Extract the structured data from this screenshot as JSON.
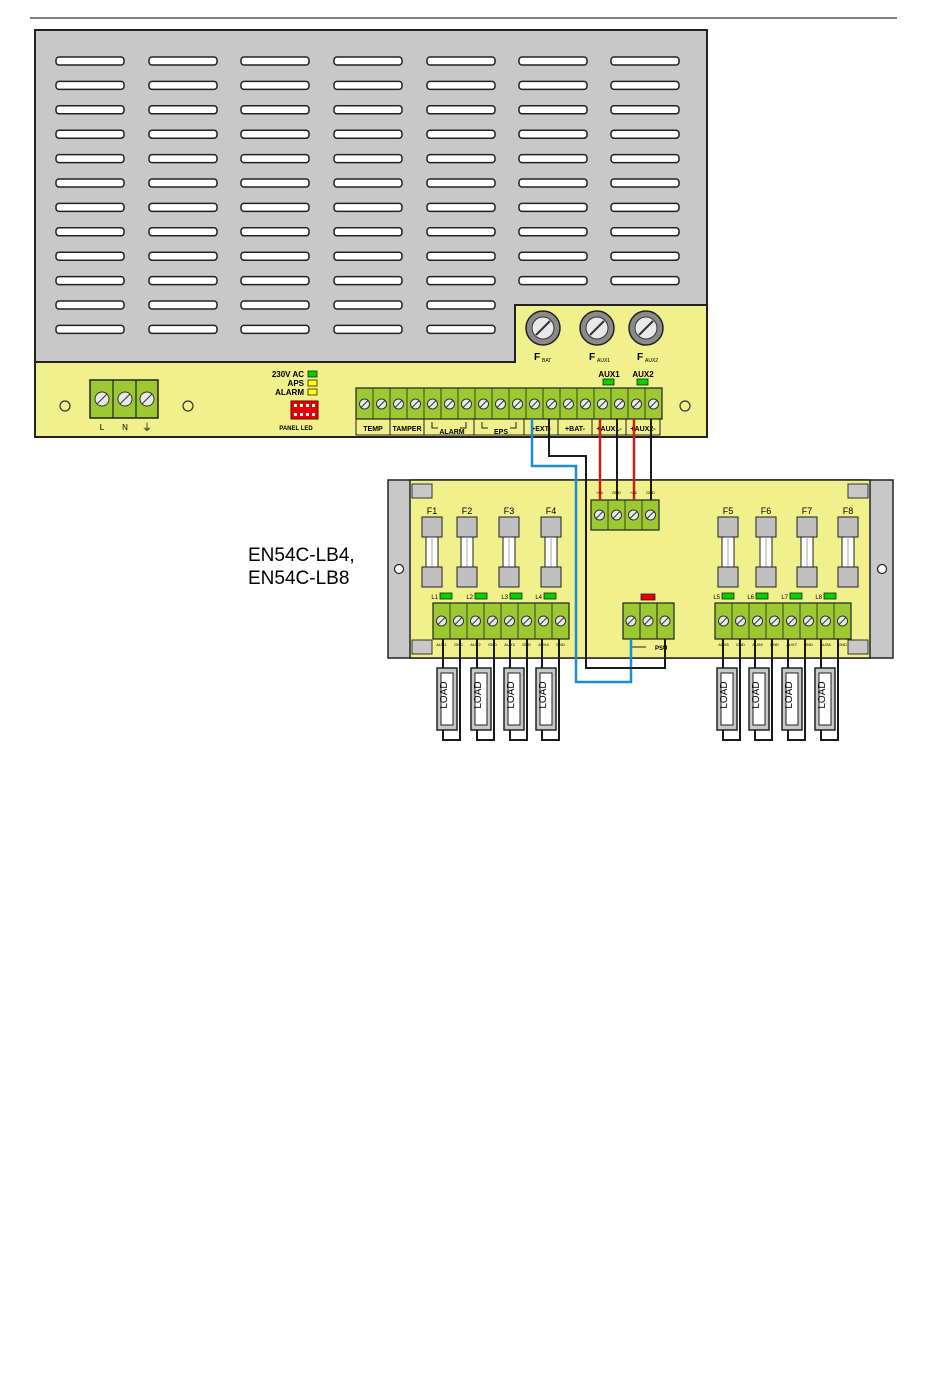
{
  "psu": {
    "mains_terminals": [
      "L",
      "N",
      "⏚"
    ],
    "leds": [
      "230V AC",
      "APS",
      "ALARM"
    ],
    "panel_led_label": "PANEL LED",
    "fuses": [
      {
        "main": "F",
        "sub": "BAT"
      },
      {
        "main": "F",
        "sub": "AUX1"
      },
      {
        "main": "F",
        "sub": "AUX2"
      }
    ],
    "aux_led_labels": [
      "AUX1",
      "AUX2"
    ],
    "terminal_groups": [
      "TEMP",
      "TAMPER",
      "ALARM",
      "EPS",
      "+EXT-",
      "+BAT-",
      "+AUX1-",
      "+AUX2-"
    ]
  },
  "board": {
    "model_line1": "EN54C-LB4,",
    "model_line2": "EN54C-LB8",
    "fuses": [
      "F1",
      "F2",
      "F3",
      "F4",
      "F5",
      "F6",
      "F7",
      "F8"
    ],
    "led_labels": [
      "L1",
      "L2",
      "L3",
      "L4",
      "L5",
      "L6",
      "L7",
      "L8"
    ],
    "input_labels": [
      "+A1",
      "GND",
      "+A2",
      "GND"
    ],
    "output_labels": [
      "AUX1",
      "GND",
      "AUX2",
      "GND",
      "AUX3",
      "GND",
      "AUX4",
      "GND",
      "AUX5",
      "GND",
      "AUX6",
      "GND",
      "AUX7",
      "GND",
      "AUX8",
      "GND"
    ],
    "psu_label": "PSU",
    "load_label": "LOAD"
  },
  "colors": {
    "enclosure": "#c8c8c8",
    "panel": "#f0f08c",
    "terminal": "#9cc832",
    "led_green": "#00d200",
    "led_yellow": "#ffff00",
    "led_red": "#e60000",
    "wire_blue": "#1e8cd2",
    "wire_red": "#c81e1e",
    "wire_black": "#1a1a1a"
  }
}
